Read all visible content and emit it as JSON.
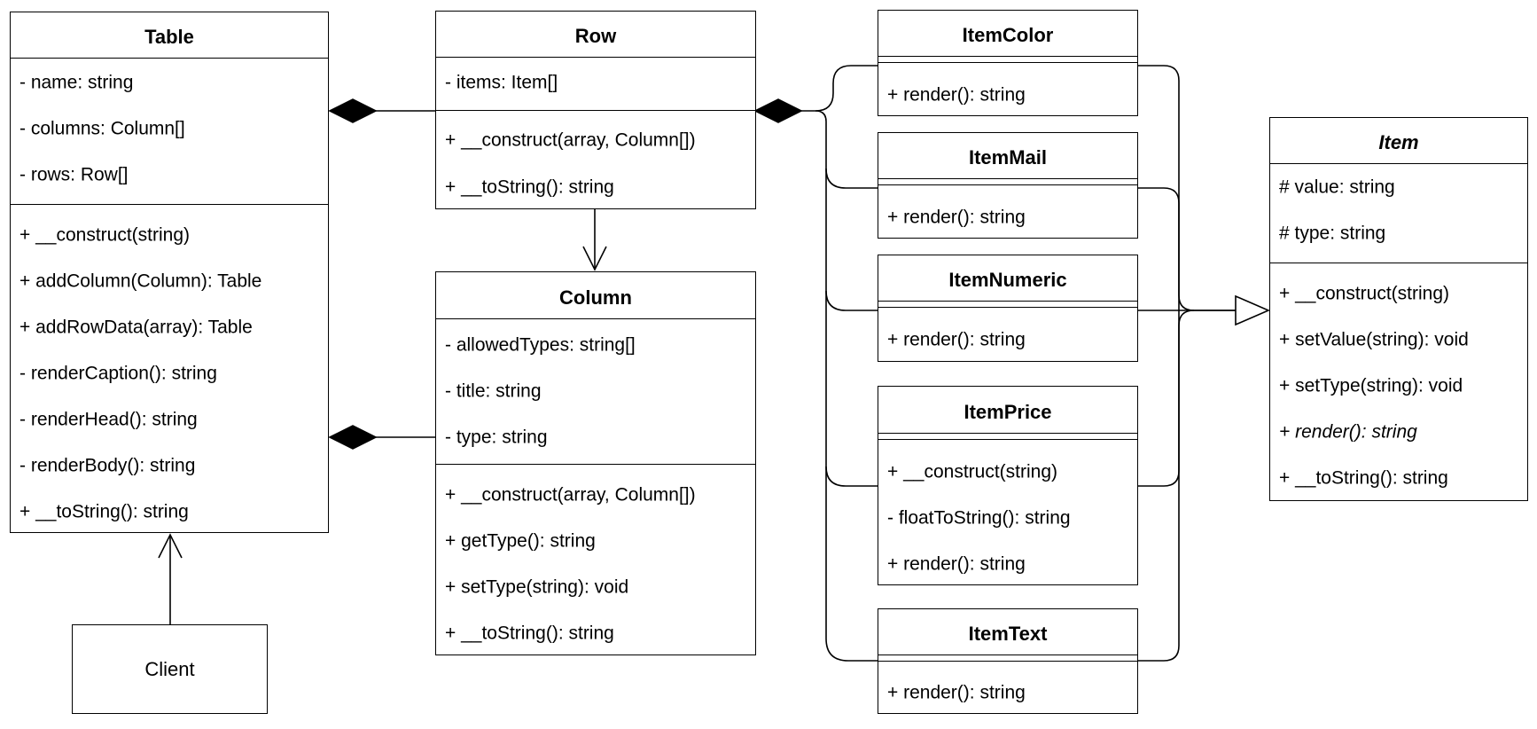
{
  "classes": {
    "table": {
      "name": "Table",
      "attributes": [
        "- name: string",
        "- columns: Column[]",
        "- rows: Row[]"
      ],
      "methods": [
        "+ __construct(string)",
        "+ addColumn(Column): Table",
        "+ addRowData(array): Table",
        "- renderCaption(): string",
        "- renderHead(): string",
        "- renderBody(): string",
        "+ __toString(): string"
      ]
    },
    "row": {
      "name": "Row",
      "attributes": [
        "- items: Item[]"
      ],
      "methods": [
        "+ __construct(array, Column[])",
        "+ __toString(): string"
      ]
    },
    "column": {
      "name": "Column",
      "attributes": [
        "- allowedTypes: string[]",
        "- title: string",
        "- type: string"
      ],
      "methods": [
        "+ __construct(array, Column[])",
        "+ getType(): string",
        "+ setType(string): void",
        "+ __toString(): string"
      ]
    },
    "item_color": {
      "name": "ItemColor",
      "methods": [
        "+ render(): string"
      ]
    },
    "item_mail": {
      "name": "ItemMail",
      "methods": [
        "+ render(): string"
      ]
    },
    "item_numeric": {
      "name": "ItemNumeric",
      "methods": [
        "+ render(): string"
      ]
    },
    "item_price": {
      "name": "ItemPrice",
      "methods": [
        "+ __construct(string)",
        "- floatToString(): string",
        "+ render(): string"
      ]
    },
    "item_text": {
      "name": "ItemText",
      "methods": [
        "+ render(): string"
      ]
    },
    "item": {
      "name": "Item",
      "attributes": [
        "# value: string",
        "# type: string"
      ],
      "methods": [
        "+ __construct(string)",
        "+ setValue(string): void",
        "+ setType(string): void",
        "+ render(): string",
        "+ __toString(): string"
      ]
    }
  },
  "client": {
    "label": "Client"
  },
  "colors": {
    "stroke": "#000000",
    "fill": "#ffffff",
    "text": "#000000"
  }
}
